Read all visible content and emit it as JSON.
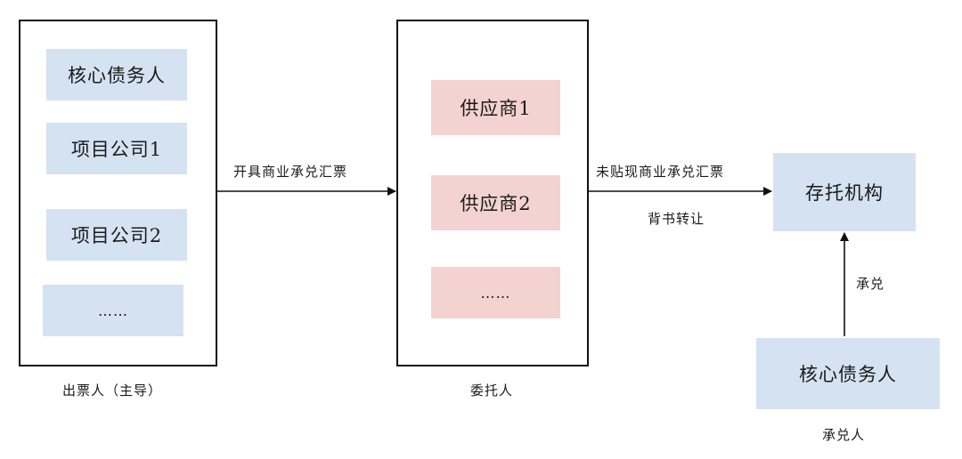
{
  "issuer": {
    "items": [
      "核心债务人",
      "项目公司1",
      "项目公司2",
      "……"
    ],
    "caption": "出票人（主导）"
  },
  "principal": {
    "items": [
      "供应商1",
      "供应商2",
      "……"
    ],
    "caption": "委托人"
  },
  "depository": {
    "label": "存托机构"
  },
  "acceptor": {
    "label": "核心债务人",
    "caption": "承兑人"
  },
  "edges": {
    "issue_label": "开具商业承兑汇票",
    "transfer_label_top": "未贴现商业承兑汇票",
    "transfer_label_bottom": "背书转让",
    "accept_label": "承兑"
  },
  "colors": {
    "issuer_fill": "#d5e2f1",
    "supplier_fill": "#f3d2d1",
    "line": "#111111"
  }
}
